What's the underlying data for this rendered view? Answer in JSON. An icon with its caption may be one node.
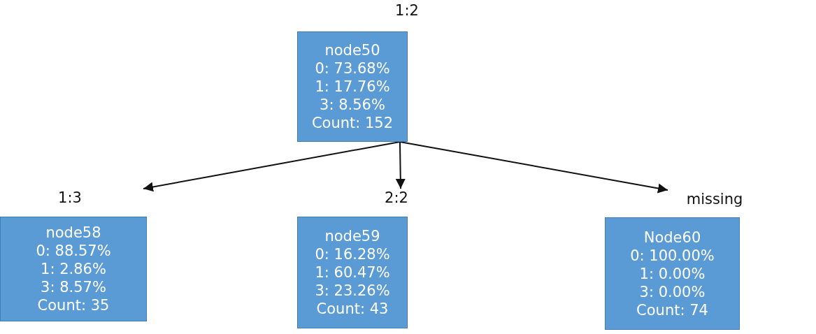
{
  "diagram": {
    "nodes": [
      {
        "text": [
          "1:2",
          "node50",
          "0: 73.68%",
          "1: 17.76%",
          "3: 8.56%",
          "Count: 152"
        ]
      },
      {
        "text": [
          "1:3",
          "node58",
          "0: 88.57%",
          "1: 2.86%",
          "3: 8.57%",
          "Count: 35"
        ]
      },
      {
        "text": [
          "2:2",
          "node59",
          "0: 16.28%",
          "1: 60.47%",
          "3: 23.26%",
          "Count: 43"
        ]
      },
      {
        "text": [
          "missing",
          "Node60",
          "0: 100.00%",
          "1: 0.00%",
          "3: 0.00%",
          "Count: 74"
        ]
      }
    ],
    "edges": [
      {
        "from": 0,
        "to": 1,
        "arrow": "to"
      },
      {
        "from": 0,
        "to": 2,
        "arrow": "to"
      },
      {
        "from": 0,
        "to": 3,
        "arrow": "to"
      }
    ]
  }
}
